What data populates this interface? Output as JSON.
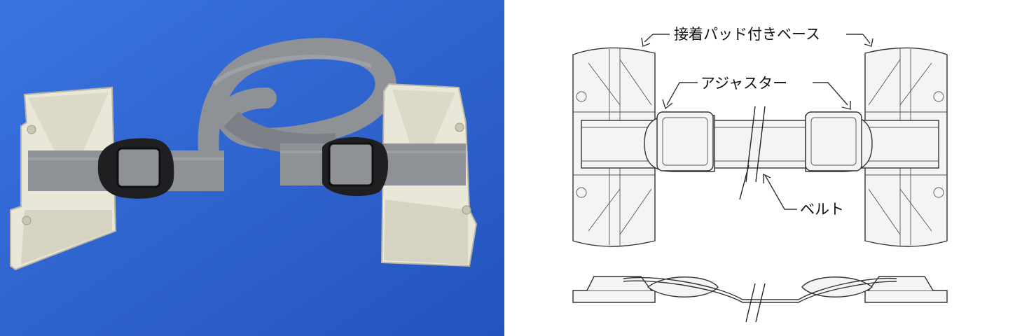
{
  "photo": {
    "background_color": "#2b62d0",
    "base_color": "#e9e7d8",
    "strap_color": "#8e9196",
    "buckle_color": "#1f1f22"
  },
  "drawing": {
    "labels": {
      "base": "接着パッド付きベース",
      "adjuster": "アジャスター",
      "belt": "ベルト"
    }
  }
}
